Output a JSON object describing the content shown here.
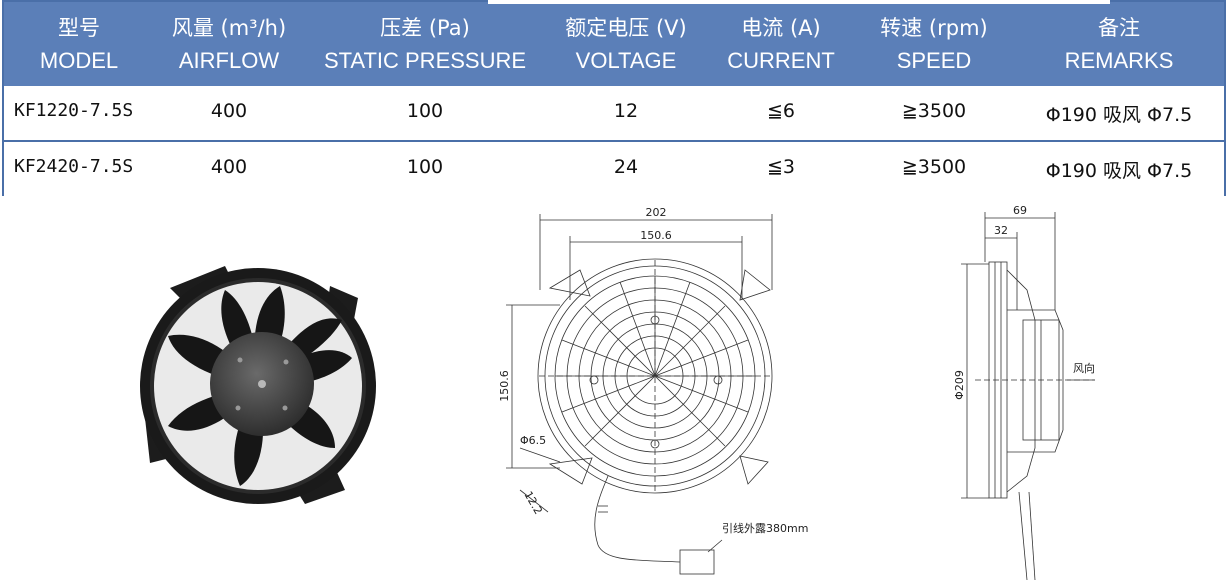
{
  "table": {
    "headers": [
      {
        "cn": "型号",
        "en": "MODEL"
      },
      {
        "cn": "风量 (m³/h)",
        "en": "AIRFLOW"
      },
      {
        "cn": "压差 (Pa)",
        "en": "STATIC PRESSURE"
      },
      {
        "cn": "额定电压 (V)",
        "en": "VOLTAGE"
      },
      {
        "cn": "电流 (A)",
        "en": "CURRENT"
      },
      {
        "cn": "转速 (rpm)",
        "en": "SPEED"
      },
      {
        "cn": "备注",
        "en": "REMARKS"
      }
    ],
    "rows": [
      {
        "model": "KF1220-7.5S",
        "airflow": "400",
        "pressure": "100",
        "voltage": "12",
        "current": "≦6",
        "speed": "≧3500",
        "remarks": "Φ190 吸风 Φ7.5"
      },
      {
        "model": "KF2420-7.5S",
        "airflow": "400",
        "pressure": "100",
        "voltage": "24",
        "current": "≦3",
        "speed": "≧3500",
        "remarks": "Φ190 吸风 Φ7.5"
      }
    ]
  },
  "front_drawing": {
    "dim_width": "202",
    "dim_inner": "150.6",
    "dim_height": "150.6",
    "dim_hole": "Φ6.5",
    "dim_slot": "12.2",
    "wire_note": "引线外露380mm"
  },
  "side_drawing": {
    "dim_depth": "69",
    "dim_offset": "32",
    "dim_dia": "Φ209",
    "airflow_label": "风向"
  },
  "colors": {
    "header_bg": "#5b7fb8",
    "border": "#4a6fa8",
    "header_text": "#ffffff"
  }
}
